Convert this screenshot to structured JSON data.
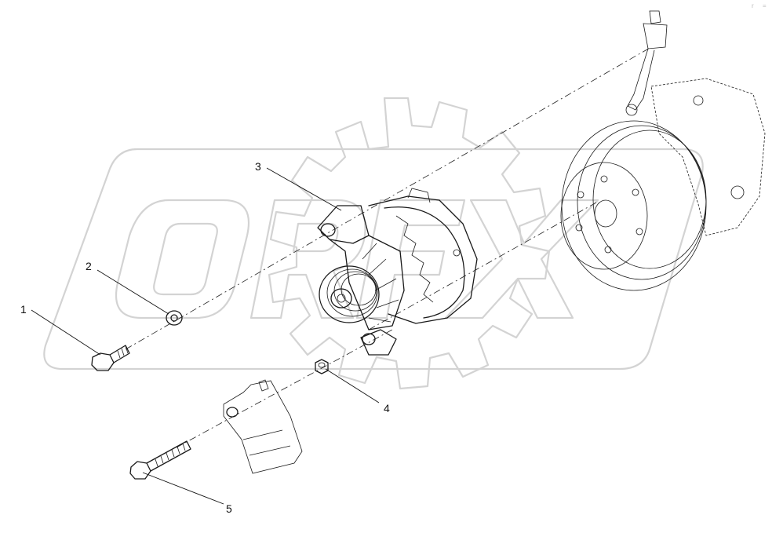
{
  "watermark": {
    "text": "ORFX"
  },
  "corner_marks": [
    "r",
    "="
  ],
  "callouts": [
    {
      "id": "1",
      "label": "1"
    },
    {
      "id": "2",
      "label": "2"
    },
    {
      "id": "3",
      "label": "3"
    },
    {
      "id": "4",
      "label": "4"
    },
    {
      "id": "5",
      "label": "5"
    }
  ],
  "colors": {
    "ink": "#1a1a1a",
    "watermark": "#d3d3d3",
    "background": "#ffffff"
  }
}
